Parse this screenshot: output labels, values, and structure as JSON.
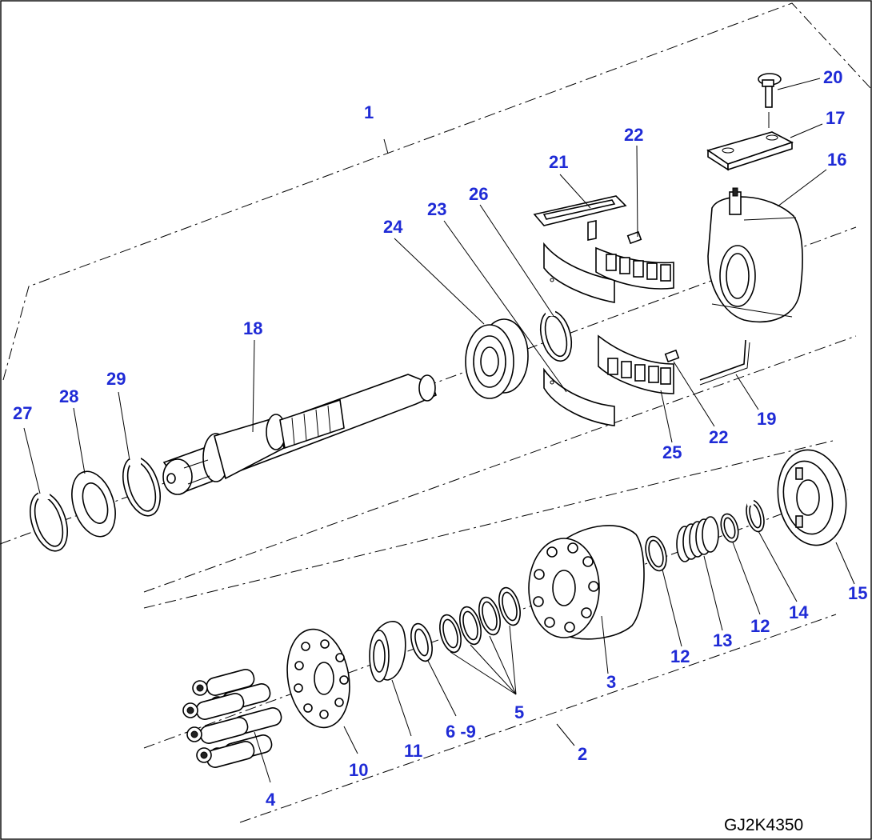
{
  "figure_code": "GJ2K4350",
  "callouts": [
    {
      "id": "c1",
      "text": "1"
    },
    {
      "id": "c2",
      "text": "2"
    },
    {
      "id": "c3",
      "text": "3"
    },
    {
      "id": "c4",
      "text": "4"
    },
    {
      "id": "c5",
      "text": "5"
    },
    {
      "id": "c6-9",
      "text": "6 -9"
    },
    {
      "id": "c10",
      "text": "10"
    },
    {
      "id": "c11",
      "text": "11"
    },
    {
      "id": "c12a",
      "text": "12"
    },
    {
      "id": "c12b",
      "text": "12"
    },
    {
      "id": "c13",
      "text": "13"
    },
    {
      "id": "c14",
      "text": "14"
    },
    {
      "id": "c15",
      "text": "15"
    },
    {
      "id": "c16",
      "text": "16"
    },
    {
      "id": "c17",
      "text": "17"
    },
    {
      "id": "c18",
      "text": "18"
    },
    {
      "id": "c19",
      "text": "19"
    },
    {
      "id": "c20",
      "text": "20"
    },
    {
      "id": "c21",
      "text": "21"
    },
    {
      "id": "c22a",
      "text": "22"
    },
    {
      "id": "c22b",
      "text": "22"
    },
    {
      "id": "c23",
      "text": "23"
    },
    {
      "id": "c24",
      "text": "24"
    },
    {
      "id": "c25",
      "text": "25"
    },
    {
      "id": "c26",
      "text": "26"
    },
    {
      "id": "c27",
      "text": "27"
    },
    {
      "id": "c28",
      "text": "28"
    },
    {
      "id": "c29",
      "text": "29"
    }
  ],
  "colors": {
    "callout": "#1f2bd6",
    "line": "#000000",
    "background": "#ffffff"
  }
}
